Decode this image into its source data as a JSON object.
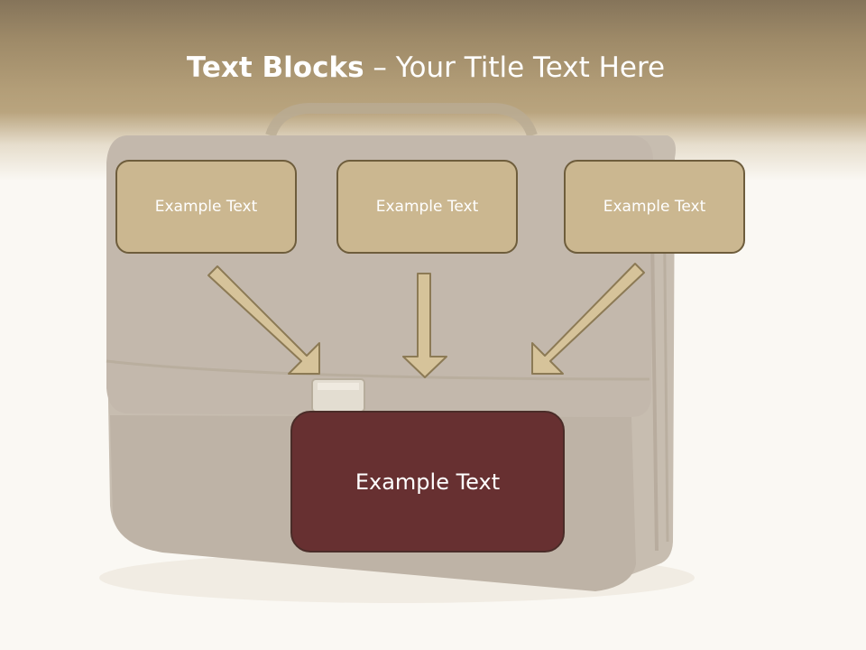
{
  "title": {
    "bold": "Text Blocks",
    "dash": " – ",
    "rest": "Your Title Text Here"
  },
  "blocks": [
    {
      "label": "Example Text"
    },
    {
      "label": "Example Text"
    },
    {
      "label": "Example Text"
    }
  ],
  "main_block": {
    "label": "Example Text"
  },
  "colors": {
    "header_band": "#b39e78",
    "block_fill": "#cbb790",
    "block_border": "#6e5d3c",
    "main_fill": "#673031",
    "arrow_fill": "#d6c39a",
    "arrow_stroke": "#8c7a55",
    "background": "#faf8f3"
  }
}
